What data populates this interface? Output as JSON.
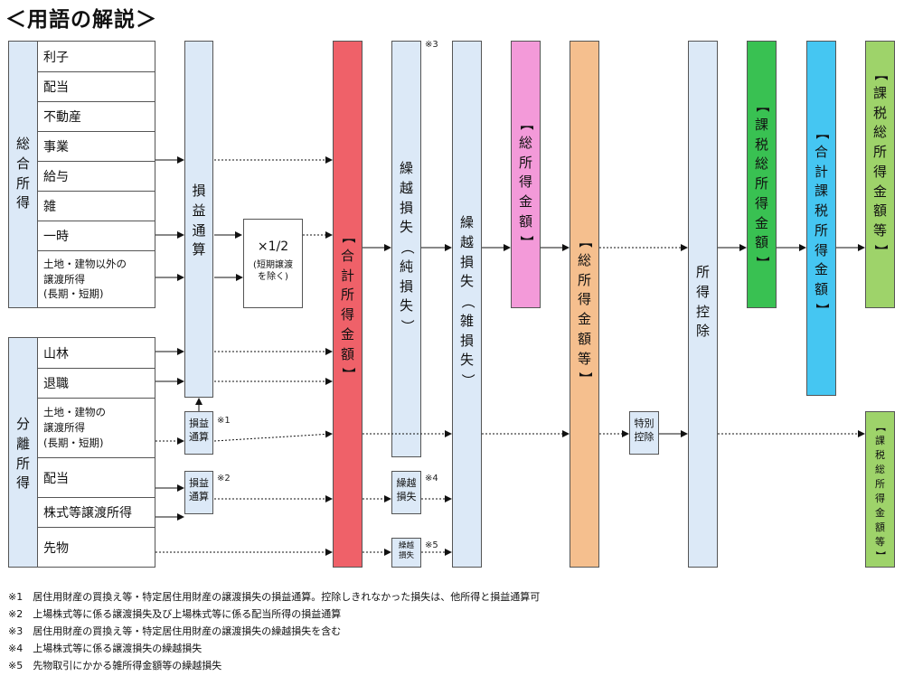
{
  "title": "＜用語の解説＞",
  "sogo_shotoku": {
    "label": "総合所得",
    "rows": [
      "利子",
      "配当",
      "不動産",
      "事業",
      "給与",
      "雑",
      "一時"
    ],
    "land_row": [
      "土地・建物以外の",
      "譲渡所得",
      "(長期・短期)"
    ]
  },
  "bunri_shotoku": {
    "label": "分離所得",
    "rows": [
      "山林",
      "退職"
    ],
    "land_row": [
      "土地・建物の",
      "譲渡所得",
      "(長期・短期)"
    ],
    "rows2": [
      "配当",
      "株式等譲渡所得",
      "先物"
    ]
  },
  "boxes": {
    "soneki_tsusan": "損益通算",
    "half_main": "×1/2",
    "half_sub1": "(短期譲渡",
    "half_sub2": "を除く)",
    "goukei_shotoku": "【合計所得金額】",
    "kurikoshi_jun": "繰越損失（純損失）",
    "kurikoshi_zatsu": "繰越損失（雑損失）",
    "sou_shotoku": "【総所得金額】",
    "sou_shotoku_tou": "【総所得金額等】",
    "shotoku_koujo": "所得控除",
    "kazei_sou": "【課税総所得金額】",
    "goukei_kazei": "【合計課税所得金額】",
    "kazei_tou": "【課税総所得金額等】",
    "kazei_tou2": "【課税総所得金額等】",
    "soneki_small1": "損益通算",
    "soneki_small2": "損益通算",
    "kurikoshi_small": "繰越損失",
    "kurikoshi_tiny": "繰越損失",
    "tokubetsu": "特別控除"
  },
  "marks": {
    "m1": "※1",
    "m2": "※2",
    "m3": "※3",
    "m4": "※4",
    "m5": "※5"
  },
  "footnotes": [
    "※1　居住用財産の買換え等・特定居住用財産の譲渡損失の損益通算。控除しきれなかった損失は、他所得と損益通算可",
    "※2　上場株式等に係る譲渡損失及び上場株式等に係る配当所得の損益通算",
    "※3　居住用財産の買換え等・特定居住用財産の譲渡損失の繰越損失を含む",
    "※4　上場株式等に係る譲渡損失の繰越損失",
    "※5　先物取引にかかる雑所得金額等の繰越損失"
  ],
  "colors": {
    "lightblue": "#dce9f7",
    "red": "#ef6169",
    "pink": "#f39ad9",
    "orange": "#f5bf8e",
    "green": "#39c152",
    "cyan": "#45c6f2",
    "lightgreen": "#9ed36a"
  }
}
